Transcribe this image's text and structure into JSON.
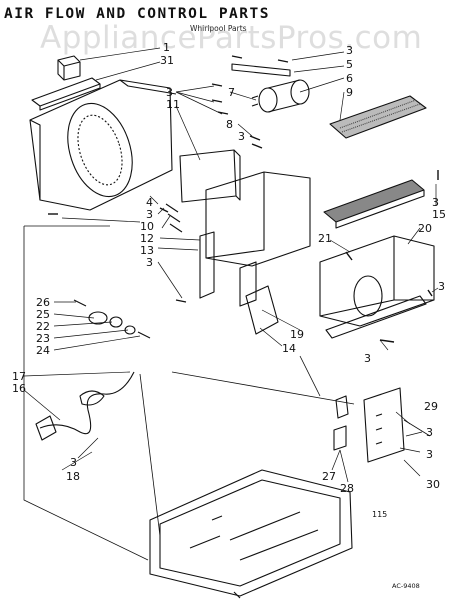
{
  "page": {
    "title": "AIR FLOW AND CONTROL PARTS",
    "subtitle": "Whirlpool Parts",
    "watermark": "AppliancePartsPros.com",
    "page_number": "115",
    "diagram_code": "AC-9408"
  },
  "callouts": [
    "1",
    "31",
    "3",
    "5",
    "6",
    "9",
    "3",
    "7",
    "11",
    "8",
    "3",
    "4",
    "3",
    "10",
    "12",
    "13",
    "3",
    "21",
    "20",
    "3",
    "15",
    "3",
    "3",
    "19",
    "14",
    "26",
    "25",
    "22",
    "23",
    "24",
    "17",
    "16",
    "3",
    "18",
    "27",
    "28",
    "29",
    "3",
    "3",
    "30"
  ]
}
